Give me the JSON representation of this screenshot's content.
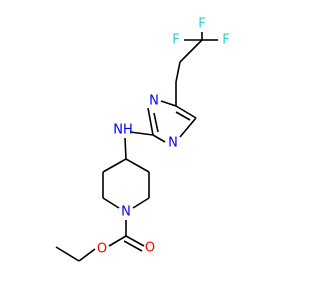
{
  "molecule": {
    "atoms": {
      "f_top": "F",
      "f_left": "F",
      "f_right": "F",
      "n_pyrimidine_upper": "N",
      "n_pyrimidine_lower": "N",
      "nh_amine": "NH",
      "n_piperidine": "N",
      "o_carbonyl": "O",
      "o_ester": "O"
    },
    "colors": {
      "bond": "#000000",
      "nitrogen": "#0000ff",
      "oxygen": "#ff0000",
      "fluorine": "#33cccc"
    }
  }
}
